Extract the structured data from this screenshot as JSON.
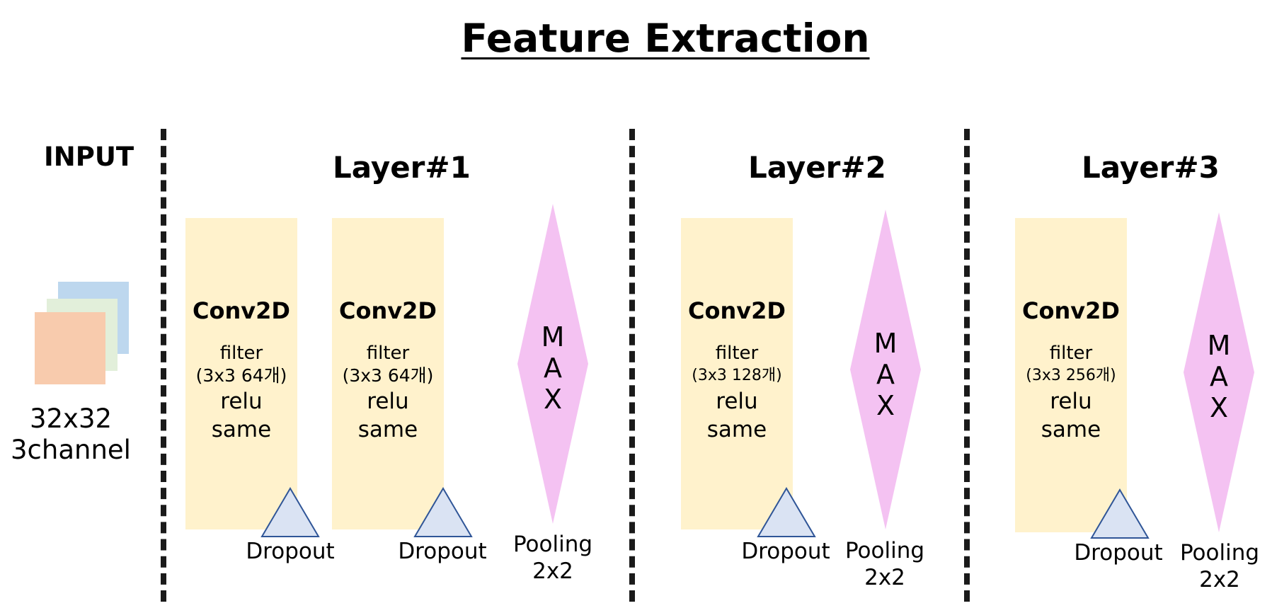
{
  "title": "Feature Extraction",
  "input": {
    "label": "INPUT",
    "size": "32x32",
    "channels": "3channel",
    "channel_colors": [
      "#bdd7ee",
      "#e2efda",
      "#f8cbad"
    ]
  },
  "colors": {
    "conv_fill": "#fff2cc",
    "pool_fill": "#f4c2f2",
    "dropout_fill": "#dae3f3",
    "dropout_stroke": "#2f5597"
  },
  "layers": [
    {
      "name": "Layer#1",
      "convs": [
        {
          "title": "Conv2D",
          "filter": "filter",
          "spec": "(3x3 64개)",
          "activation": "relu",
          "padding": "same",
          "dropout": "Dropout"
        },
        {
          "title": "Conv2D",
          "filter": "filter",
          "spec": "(3x3 64개)",
          "activation": "relu",
          "padding": "same",
          "dropout": "Dropout"
        }
      ],
      "pool": {
        "letters": [
          "M",
          "A",
          "X"
        ],
        "label_line1": "Pooling",
        "label_line2": "2x2"
      }
    },
    {
      "name": "Layer#2",
      "convs": [
        {
          "title": "Conv2D",
          "filter": "filter",
          "spec": "(3x3 128개)",
          "activation": "relu",
          "padding": "same",
          "dropout": "Dropout"
        }
      ],
      "pool": {
        "letters": [
          "M",
          "A",
          "X"
        ],
        "label_line1": "Pooling",
        "label_line2": "2x2"
      }
    },
    {
      "name": "Layer#3",
      "convs": [
        {
          "title": "Conv2D",
          "filter": "filter",
          "spec": "(3x3 256개)",
          "activation": "relu",
          "padding": "same",
          "dropout": "Dropout"
        }
      ],
      "pool": {
        "letters": [
          "M",
          "A",
          "X"
        ],
        "label_line1": "Pooling",
        "label_line2": "2x2"
      }
    }
  ]
}
